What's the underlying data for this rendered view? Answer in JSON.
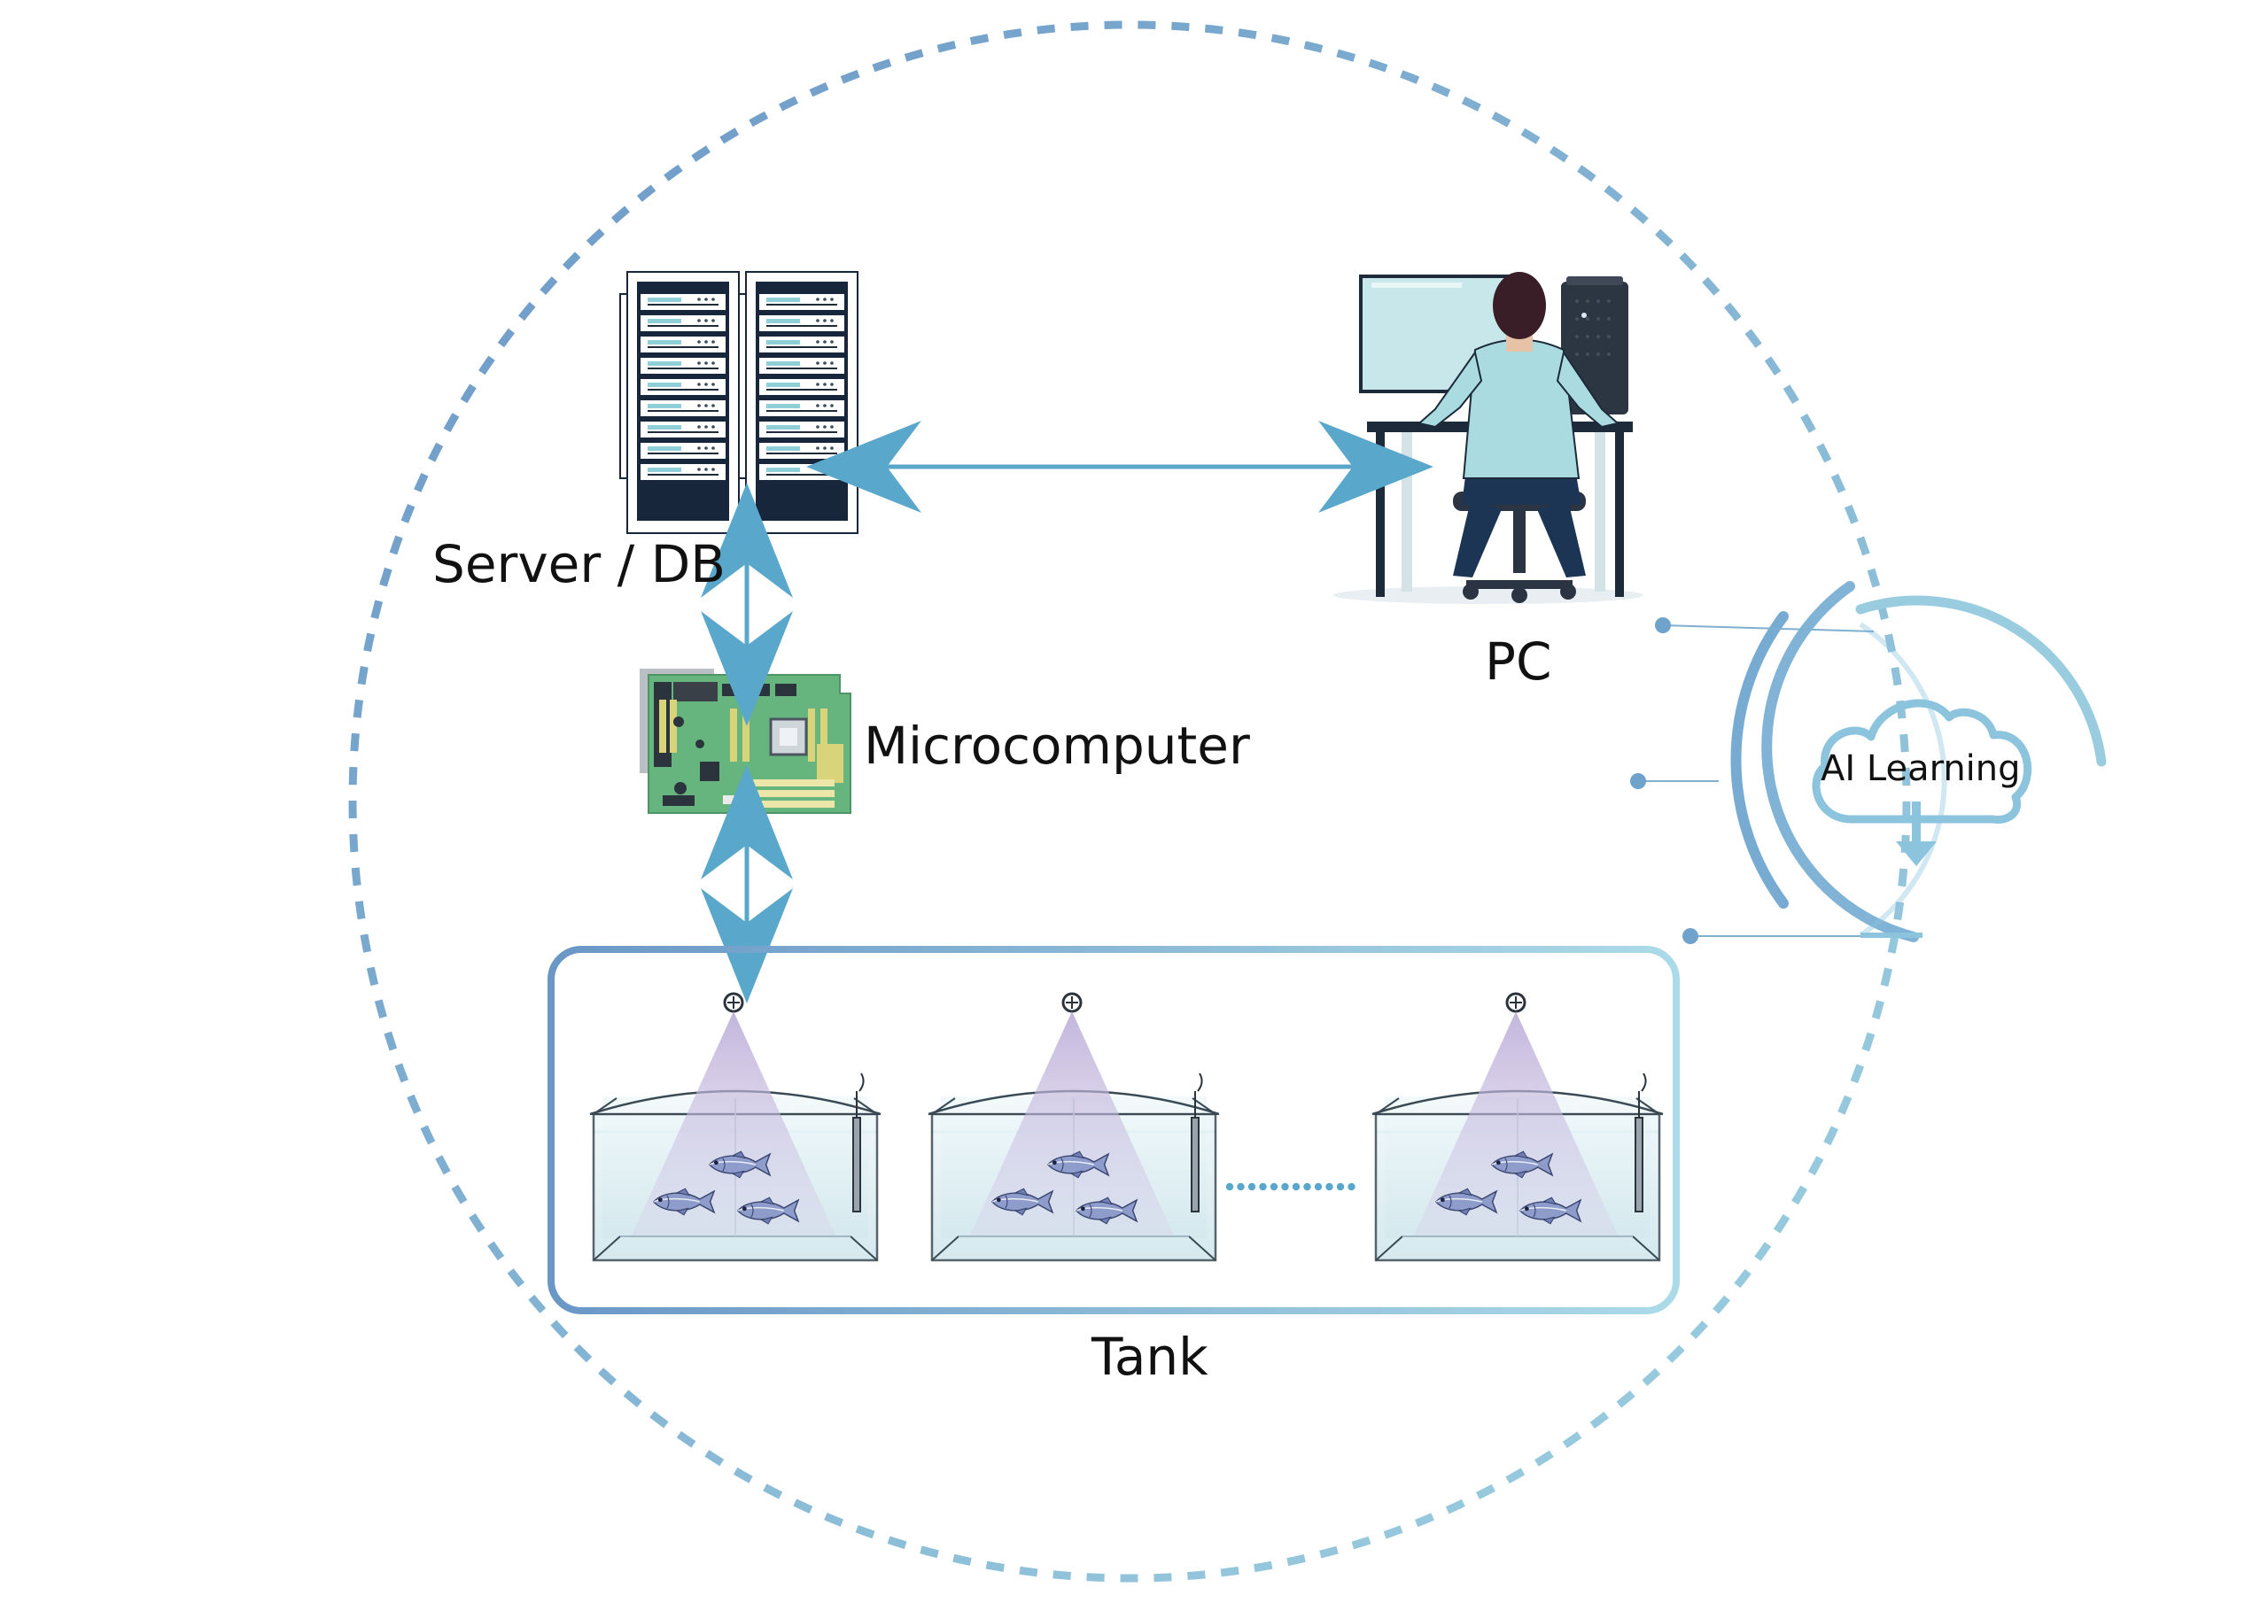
{
  "labels": {
    "server": "Server / DB",
    "pc": "PC",
    "microcomputer": "Microcomputer",
    "tank": "Tank",
    "ai": "AI Learning"
  },
  "colors": {
    "ring": "#7fb0d1",
    "link": "#5aa7cc",
    "tank_frame_start": "#6c9ac8",
    "tank_frame_end": "#a9d8e6",
    "cloud": "#8cc3dd",
    "server_dark": "#17263b",
    "pcb": "#66b57e",
    "shirt": "#a9dbe0",
    "pants": "#1c3554",
    "water": "#dff0f3",
    "light_cone": "#c7bcde",
    "fish": "#8696c5"
  },
  "icons": [
    "server-rack-icon",
    "person-at-computer-icon",
    "circuit-board-icon",
    "camera-icon",
    "sensor-probe-icon",
    "fish-icon",
    "cloud-download-icon"
  ]
}
